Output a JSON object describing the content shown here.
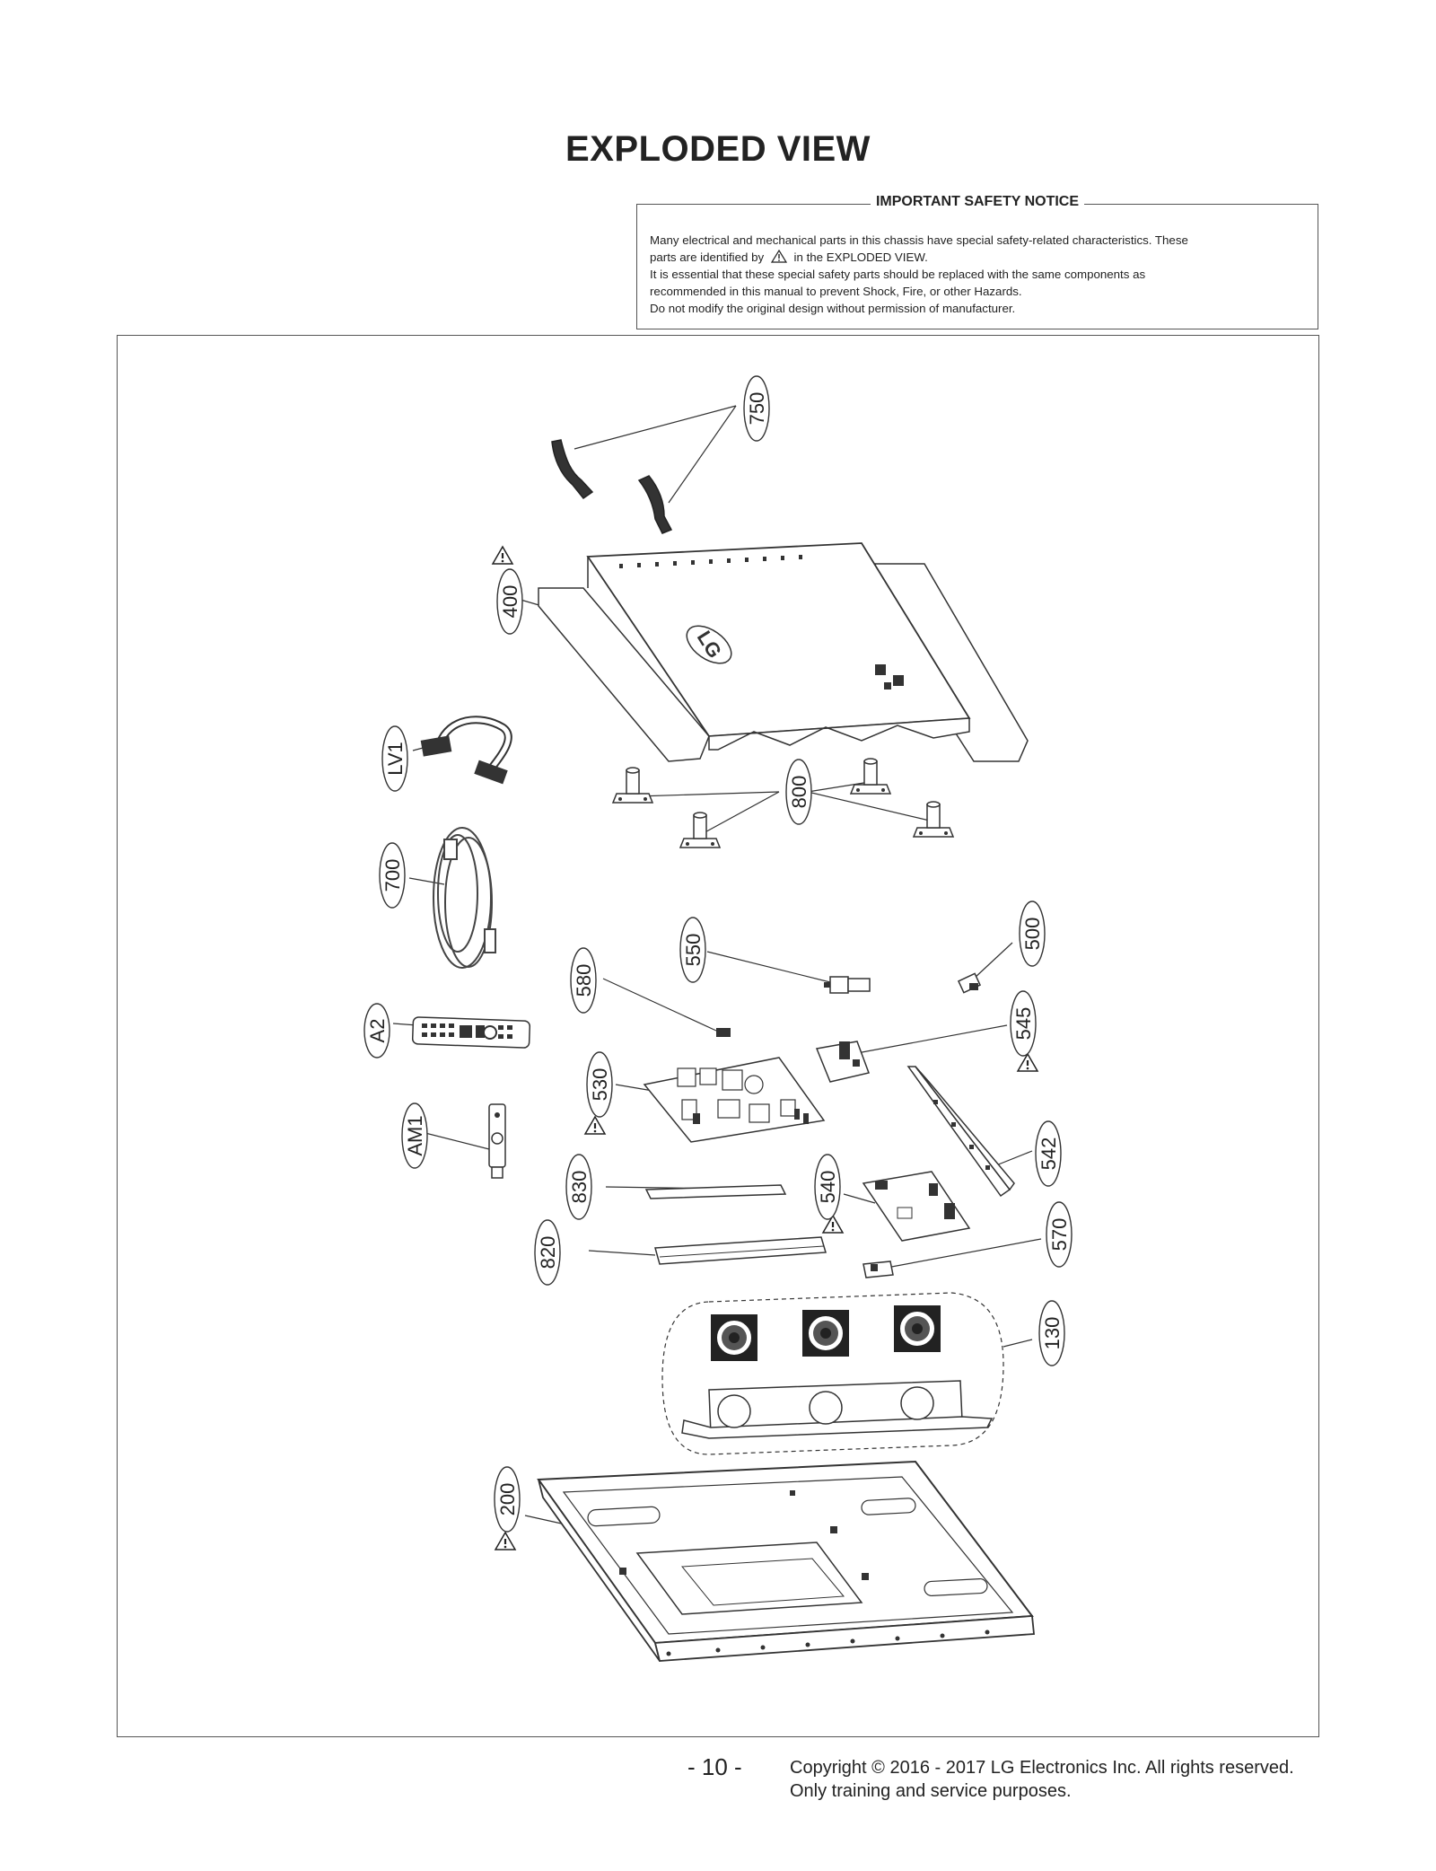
{
  "title": "EXPLODED VIEW",
  "notice": {
    "heading": "IMPORTANT SAFETY NOTICE",
    "line1": "Many electrical and mechanical parts in this chassis have special safety-related characteristics. These",
    "line2a": "parts are identified by",
    "line2b": "in the EXPLODED VIEW.",
    "line3": "It is essential that these special safety parts should be replaced with the same components as",
    "line4": "recommended in this manual to prevent Shock, Fire, or other Hazards.",
    "line5": "Do not modify the original design without permission of manufacturer."
  },
  "labels": {
    "l750": "750",
    "l400": "400",
    "lLV1": "LV1",
    "l800": "800",
    "l700": "700",
    "l550": "550",
    "l500": "500",
    "l580": "580",
    "lA2": "A2",
    "l545": "545",
    "l530": "530",
    "lAM1": "AM1",
    "l542": "542",
    "l830": "830",
    "l540": "540",
    "l820": "820",
    "l570": "570",
    "l130": "130",
    "l200": "200"
  },
  "logo": "LG",
  "footer": {
    "page": "- 10 -",
    "copyright1": "Copyright © 2016 - 2017 LG Electronics Inc. All rights reserved.",
    "copyright2": "Only training and service purposes."
  }
}
